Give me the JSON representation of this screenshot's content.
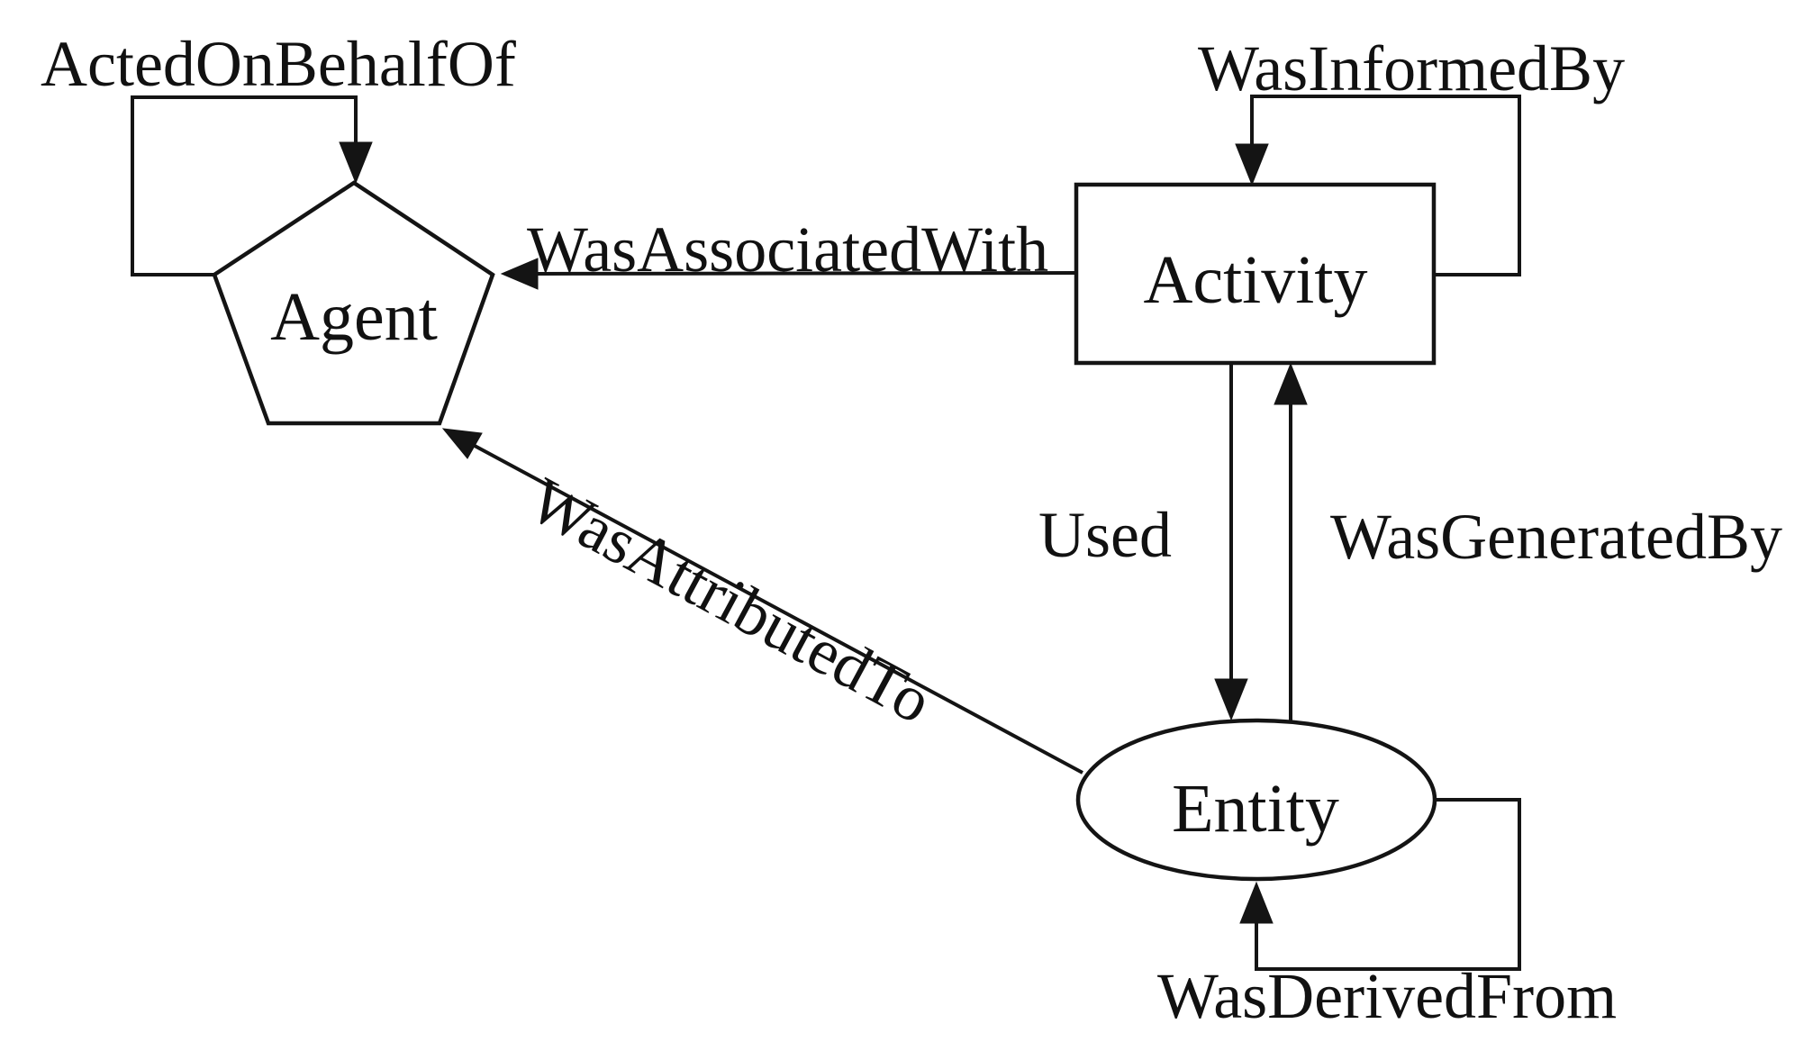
{
  "figure": {
    "background_color": "#ffffff",
    "ink_color": "#141414",
    "type": "node-edge-diagram"
  },
  "nodes": {
    "agent": {
      "label": "Agent",
      "shape": "pentagon"
    },
    "activity": {
      "label": "Activity",
      "shape": "rectangle"
    },
    "entity": {
      "label": "Entity",
      "shape": "ellipse"
    }
  },
  "edges": {
    "acted_on_behalf_of": {
      "label": "ActedOnBehalfOf",
      "from": "Agent",
      "to": "Agent"
    },
    "was_informed_by": {
      "label": "WasInformedBy",
      "from": "Activity",
      "to": "Activity"
    },
    "was_associated_with": {
      "label": "WasAssociatedWith",
      "from": "Activity",
      "to": "Agent"
    },
    "was_attributed_to": {
      "label": "WasAttributedTo",
      "from": "Entity",
      "to": "Agent"
    },
    "used": {
      "label": "Used",
      "from": "Activity",
      "to": "Entity"
    },
    "was_generated_by": {
      "label": "WasGeneratedBy",
      "from": "Entity",
      "to": "Activity"
    },
    "was_derived_from": {
      "label": "WasDerivedFrom",
      "from": "Entity",
      "to": "Entity"
    }
  }
}
